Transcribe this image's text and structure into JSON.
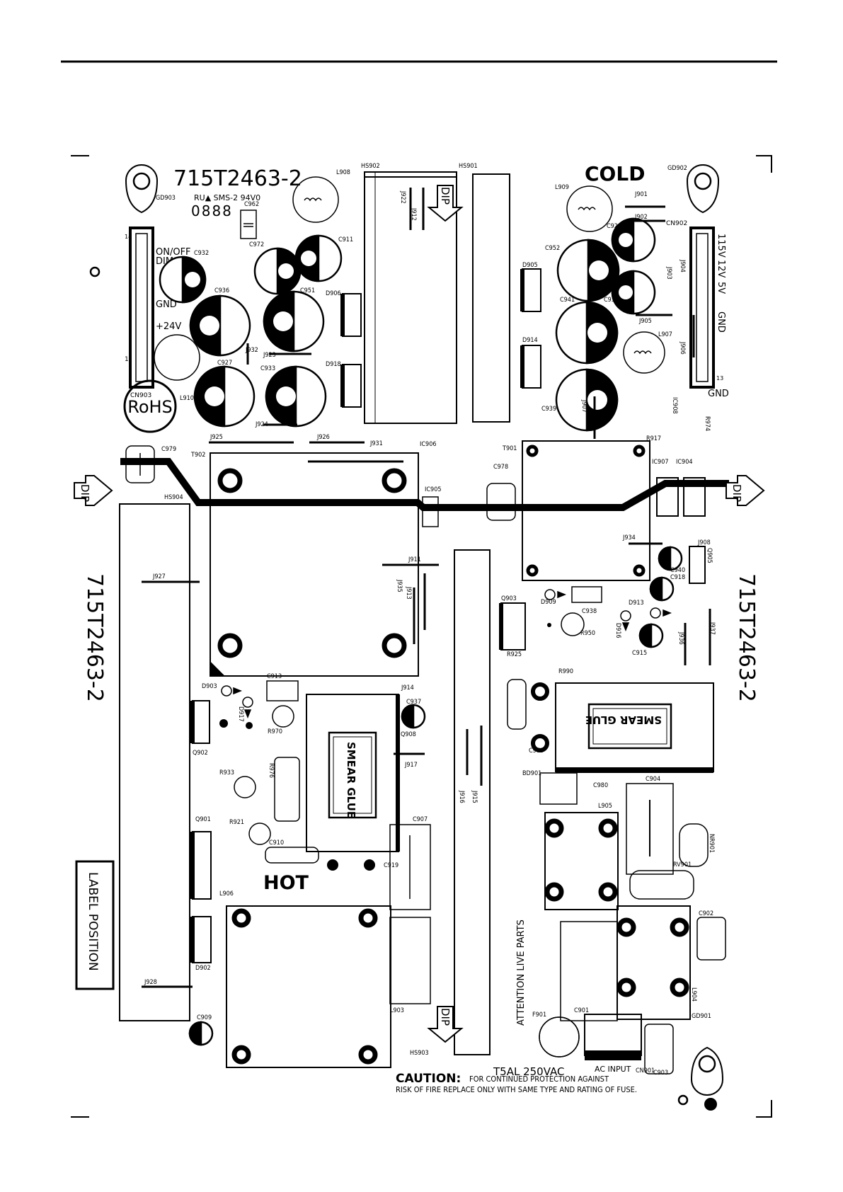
{
  "board": {
    "part_number": "715T2463-2",
    "cold_label": "COLD",
    "hot_label": "HOT",
    "rohs_label": "RoHS",
    "ul_mark": "RU▲ SMS-2 94V0",
    "dip_label": "DIP",
    "smear_glue_label": "SMEAR GLUE",
    "label_position": "LABEL POSITION",
    "attention": "ATTENTION LIVE PARTS",
    "fuse_rating": "T5AL  250VAC",
    "caution_title": "CAUTION:",
    "caution_line1": "FOR CONTINUED PROTECTION AGAINST",
    "caution_line2": "RISK OF FIRE REPLACE ONLY WITH SAME TYPE AND RATING OF FUSE.",
    "ac_input": "AC INPUT",
    "date_code": "0888"
  },
  "connectors": {
    "cn903_pins": [
      "ON/OFF",
      "DIM",
      "GND",
      "+24V"
    ],
    "cn902_pins": [
      "115V",
      "12V",
      "5V",
      "GND"
    ],
    "gnd_label": "GND"
  },
  "refs": {
    "hs902": "HS902",
    "hs901": "HS901",
    "hs903": "HS903",
    "hs904": "HS904",
    "gd903": "GD903",
    "gd902": "GD902",
    "gd901": "GD901",
    "l908": "L908",
    "l909": "L909",
    "l910": "L910",
    "l907": "L907",
    "l903": "L903",
    "l905": "L905",
    "l904": "L904",
    "l906": "L906",
    "c962": "C962",
    "c932": "C932",
    "c972": "C972",
    "c911": "C911",
    "c936": "C936",
    "c951": "C951",
    "c927": "C927",
    "c933": "C933",
    "c952": "C952",
    "c929": "C929",
    "c941": "C941",
    "c934": "C934",
    "c939": "C939",
    "c979": "C979",
    "c978": "C978",
    "c940": "C940",
    "c918": "C918",
    "c915": "C915",
    "c938": "C938",
    "c913": "C913",
    "c937": "C937",
    "c907": "C907",
    "c910": "C910",
    "c919": "C919",
    "c909": "C909",
    "c973": "C973",
    "c980": "C980",
    "c904": "C904",
    "c902": "C902",
    "c901": "C901",
    "c903": "C903",
    "cn903": "CN903",
    "cn902": "CN902",
    "cn901": "CN901",
    "j901": "J901",
    "j902": "J902",
    "j903": "J903",
    "j904": "J904",
    "j905": "J905",
    "j906": "J906",
    "j907": "J907",
    "j908": "J908",
    "j911": "J911",
    "j912": "J912",
    "j913": "J913",
    "j914": "J914",
    "j915": "J915",
    "j916": "J916",
    "j917": "J917",
    "j922": "J922",
    "j923": "J923",
    "j924": "J924",
    "j925": "J925",
    "j926": "J926",
    "j927": "J927",
    "j928": "J928",
    "j931": "J931",
    "j932": "J932",
    "j934": "J934",
    "j935": "J935",
    "j936": "J936",
    "j937": "J937",
    "d905": "D905",
    "d906": "D906",
    "d914": "D914",
    "d918": "D918",
    "d909": "D909",
    "d913": "D913",
    "d916": "D916",
    "d903": "D903",
    "d917": "D917",
    "d902": "D902",
    "ic906": "IC906",
    "ic905": "IC905",
    "ic907": "IC907",
    "ic904": "IC904",
    "ic908": "IC908",
    "t901": "T901",
    "t902": "T902",
    "r917": "R917",
    "r974": "R974",
    "r950": "R950",
    "r925": "R925",
    "r990": "R990",
    "r970": "R970",
    "r933": "R933",
    "r976": "R976",
    "r921": "R921",
    "q903": "Q903",
    "q905": "Q905",
    "q902": "Q902",
    "q908": "Q908",
    "q901": "Q901",
    "bd901": "BD901",
    "rv901": "RV901",
    "f901": "F901",
    "ntc901": "NR901"
  }
}
